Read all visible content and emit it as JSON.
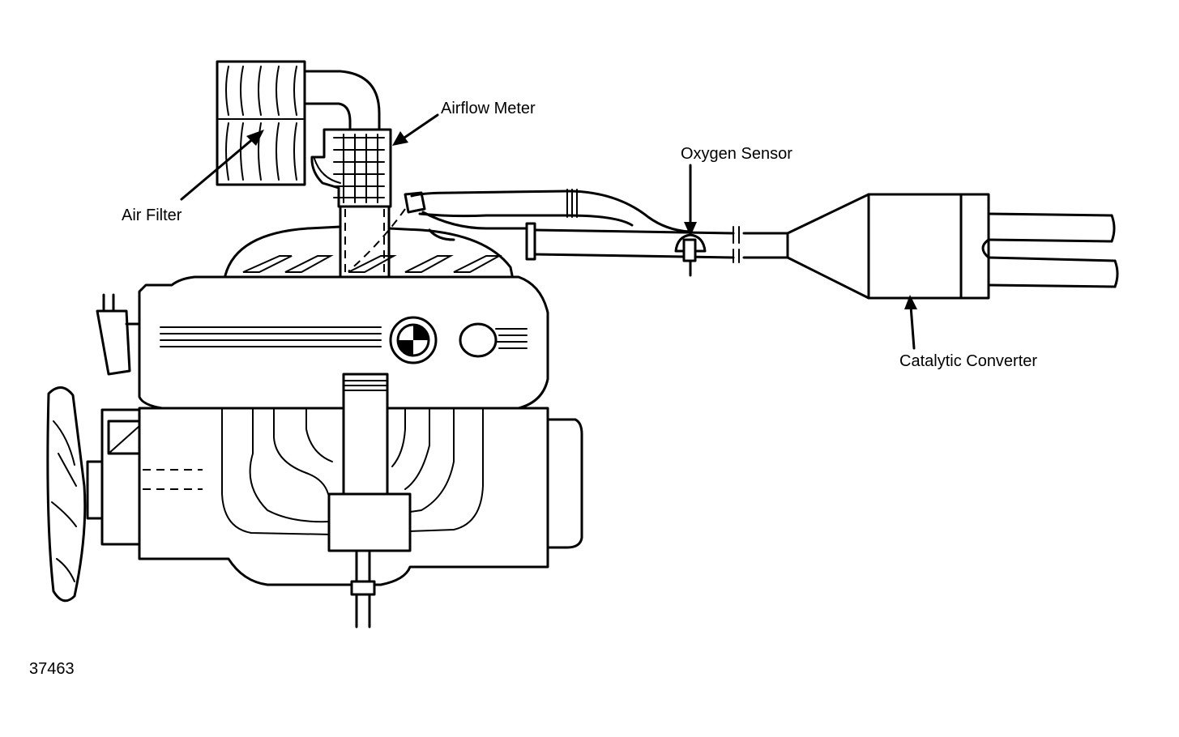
{
  "labels": {
    "air_filter": "Air Filter",
    "airflow_meter": "Airflow Meter",
    "oxygen_sensor": "Oxygen Sensor",
    "catalytic_converter": "Catalytic Converter"
  },
  "figure_number": "37463",
  "colors": {
    "ink": "#000000",
    "paper": "#ffffff"
  }
}
